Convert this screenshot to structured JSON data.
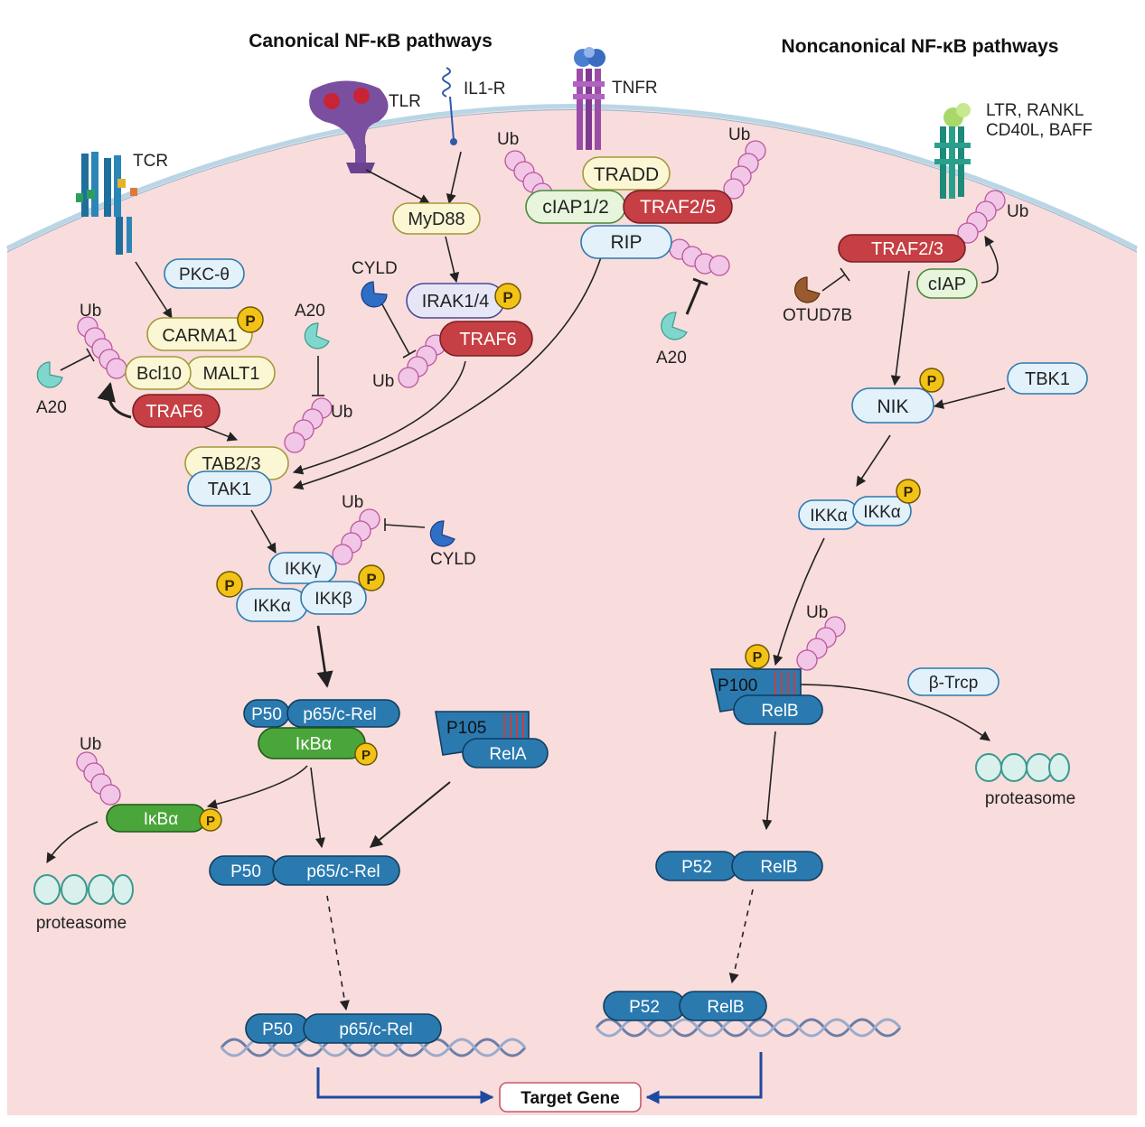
{
  "headings": {
    "canonical": "Canonical NF-κB pathways",
    "noncanonical": "Noncanonical NF-κB pathways"
  },
  "receptors": {
    "tcr": "TCR",
    "tlr": "TLR",
    "il1r": "IL1-R",
    "tnfr": "TNFR",
    "ltr_line1": "LTR, RANKL",
    "ltr_line2": "CD40L, BAFF"
  },
  "proteins": {
    "pkc": "PKC-θ",
    "carma1": "CARMA1",
    "bcl10": "Bcl10",
    "malt1": "MALT1",
    "traf6_left": "TRAF6",
    "tab23": "TAB2/3",
    "tak1": "TAK1",
    "myd88": "MyD88",
    "irak14": "IRAK1/4",
    "traf6_mid": "TRAF6",
    "tradd": "TRADD",
    "ciap12": "cIAP1/2",
    "traf25": "TRAF2/5",
    "rip": "RIP",
    "traf23": "TRAF2/3",
    "ciap": "cIAP",
    "otud7b": "OTUD7B",
    "tbk1": "TBK1",
    "nik": "NIK",
    "ikka_nc1": "IKKα",
    "ikka_nc2": "IKKα",
    "ikkg": "IKKγ",
    "ikka": "IKKα",
    "ikkb": "IKKβ",
    "p50_a": "P50",
    "p65_a": "p65/c-Rel",
    "ikba_a": "IκBα",
    "p105": "P105",
    "rela": "RelA",
    "ikba_b": "IκBα",
    "p50_b": "P50",
    "p65_b": "p65/c-Rel",
    "p50_c": "P50",
    "p65_c": "p65/c-Rel",
    "p100": "P100",
    "relb_a": "RelB",
    "btrcp": "β-Trcp",
    "p52_a": "P52",
    "relb_b": "RelB",
    "p52_b": "P52",
    "relb_c": "RelB"
  },
  "labels": {
    "ub": "Ub",
    "p": "P",
    "a20": "A20",
    "cyld": "CYLD",
    "proteasome": "proteasome",
    "target_gene": "Target Gene"
  },
  "colors": {
    "cytoplasm": "#f9dcdc",
    "membrane": "#b9d6e6",
    "dark_blue": "#2a7ab0",
    "red": "#c63f44",
    "yellow": "#fbf7d4",
    "light_blue": "#e3f1fa",
    "green_light": "#e6f5dc",
    "green_dark": "#4aa63a",
    "ub_pink": "#f2c6e6",
    "p_gold": "#f2c217",
    "a20_teal": "#7fd6cc",
    "cyld_blue": "#2f6ec6",
    "otud7b_brown": "#9a5a2f",
    "arrow": "#222222",
    "gene_arrow": "#1e4aa0",
    "target_border": "#c55a6a"
  }
}
